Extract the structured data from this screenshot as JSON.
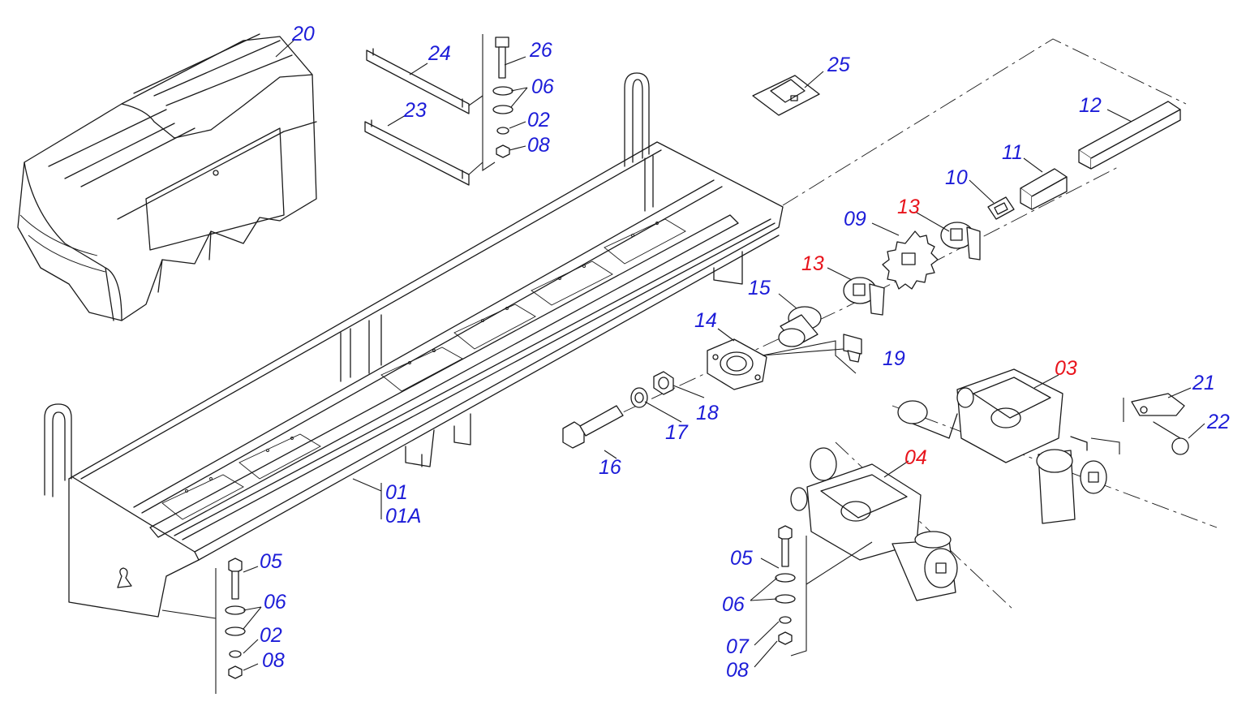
{
  "colors": {
    "label_default": "#1c1cd8",
    "label_highlight": "#e8141c",
    "line": "#1a1a1a",
    "background": "#ffffff"
  },
  "labels": {
    "p01": "01",
    "p01a": "01A",
    "p02a": "02",
    "p02b": "02",
    "p03": "03",
    "p04": "04",
    "p05a": "05",
    "p05b": "05",
    "p06a": "06",
    "p06b": "06",
    "p06c": "06",
    "p07": "07",
    "p08a": "08",
    "p08b": "08",
    "p08c": "08",
    "p09": "09",
    "p10": "10",
    "p11": "11",
    "p12": "12",
    "p13a": "13",
    "p13b": "13",
    "p14": "14",
    "p15": "15",
    "p16": "16",
    "p17": "17",
    "p18": "18",
    "p19": "19",
    "p20": "20",
    "p21": "21",
    "p22": "22",
    "p23": "23",
    "p24": "24",
    "p25": "25",
    "p26": "26"
  },
  "highlighted_labels": [
    "p03",
    "p04",
    "p13a",
    "p13b"
  ]
}
